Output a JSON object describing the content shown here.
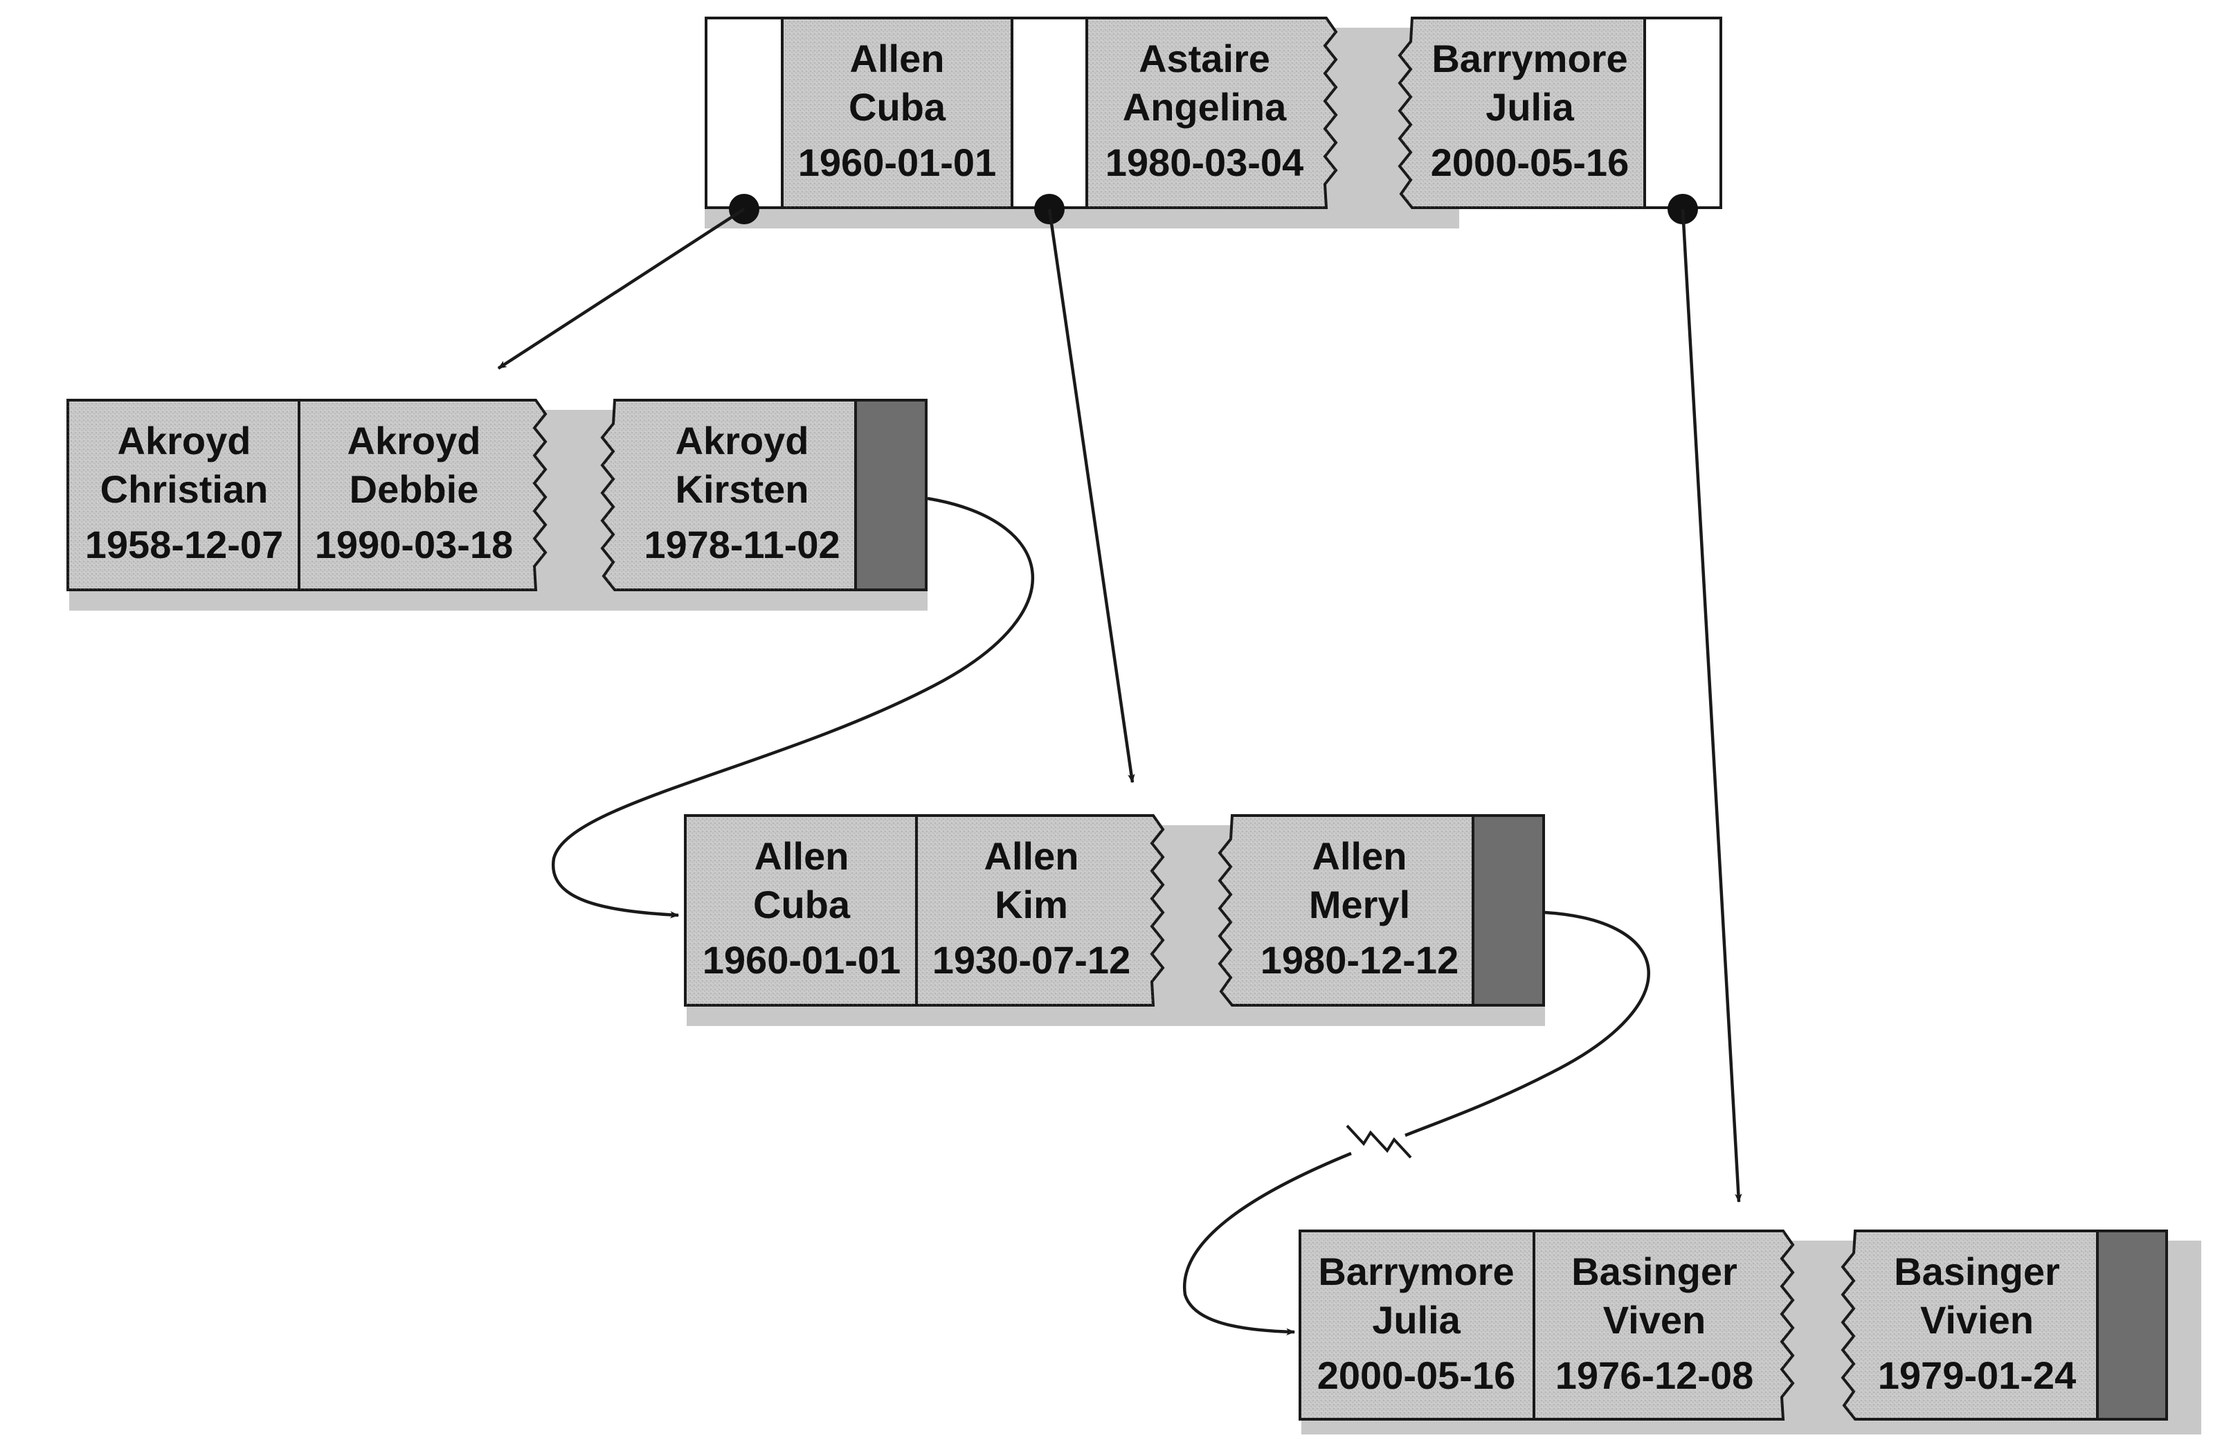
{
  "colors": {
    "background": "#ffffff",
    "cell_fill": "#c9c9c9",
    "cell_fill_dark": "#6e6e6e",
    "pointer_fill": "#ffffff",
    "stroke": "#1a1a1a",
    "shadow": "#9a9a9a",
    "text": "#111111"
  },
  "nodes": [
    {
      "id": "root",
      "left_slot": "pointer",
      "right_slot": "pointer",
      "groups": [
        {
          "cells": [
            {
              "lines": [
                "Allen",
                "Cuba",
                "1960-01-01"
              ]
            }
          ],
          "pointer_after": true
        },
        {
          "cells": [
            {
              "lines": [
                "Astaire",
                "Angelina",
                "1980-03-04"
              ]
            }
          ],
          "jag_right": true
        },
        {
          "cells": [
            {
              "lines": [
                "Barrymore",
                "Julia",
                "2000-05-16"
              ]
            }
          ],
          "jag_left": true,
          "pointer_after": true
        }
      ]
    },
    {
      "id": "leaf-1",
      "groups": [
        {
          "cells": [
            {
              "lines": [
                "Akroyd",
                "Christian",
                "1958-12-07"
              ]
            },
            {
              "lines": [
                "Akroyd",
                "Debbie",
                "1990-03-18"
              ]
            }
          ],
          "jag_right": true
        },
        {
          "cells": [
            {
              "lines": [
                "Akroyd",
                "Kirsten",
                "1978-11-02"
              ]
            }
          ],
          "jag_left": true,
          "next_slot": true
        }
      ]
    },
    {
      "id": "leaf-2",
      "groups": [
        {
          "cells": [
            {
              "lines": [
                "Allen",
                "Cuba",
                "1960-01-01"
              ]
            },
            {
              "lines": [
                "Allen",
                "Kim",
                "1930-07-12"
              ]
            }
          ],
          "jag_right": true
        },
        {
          "cells": [
            {
              "lines": [
                "Allen",
                "Meryl",
                "1980-12-12"
              ]
            }
          ],
          "jag_left": true,
          "next_slot": true
        }
      ]
    },
    {
      "id": "leaf-3",
      "groups": [
        {
          "cells": [
            {
              "lines": [
                "Barrymore",
                "Julia",
                "2000-05-16"
              ]
            },
            {
              "lines": [
                "Basinger",
                "Viven",
                "1976-12-08"
              ]
            }
          ],
          "jag_right": true
        },
        {
          "cells": [
            {
              "lines": [
                "Basinger",
                "Vivien",
                "1979-01-24"
              ]
            }
          ],
          "jag_left": true,
          "next_slot": true
        }
      ]
    }
  ],
  "edges": [
    {
      "from": "root.pointer-0",
      "to": "leaf-1",
      "kind": "child"
    },
    {
      "from": "root.pointer-1",
      "to": "leaf-2",
      "kind": "child"
    },
    {
      "from": "root.pointer-2",
      "to": "leaf-3",
      "kind": "child"
    },
    {
      "from": "leaf-1.next",
      "to": "leaf-2",
      "kind": "sibling"
    },
    {
      "from": "leaf-2.next",
      "to": "leaf-3",
      "kind": "sibling",
      "broken": true
    }
  ]
}
